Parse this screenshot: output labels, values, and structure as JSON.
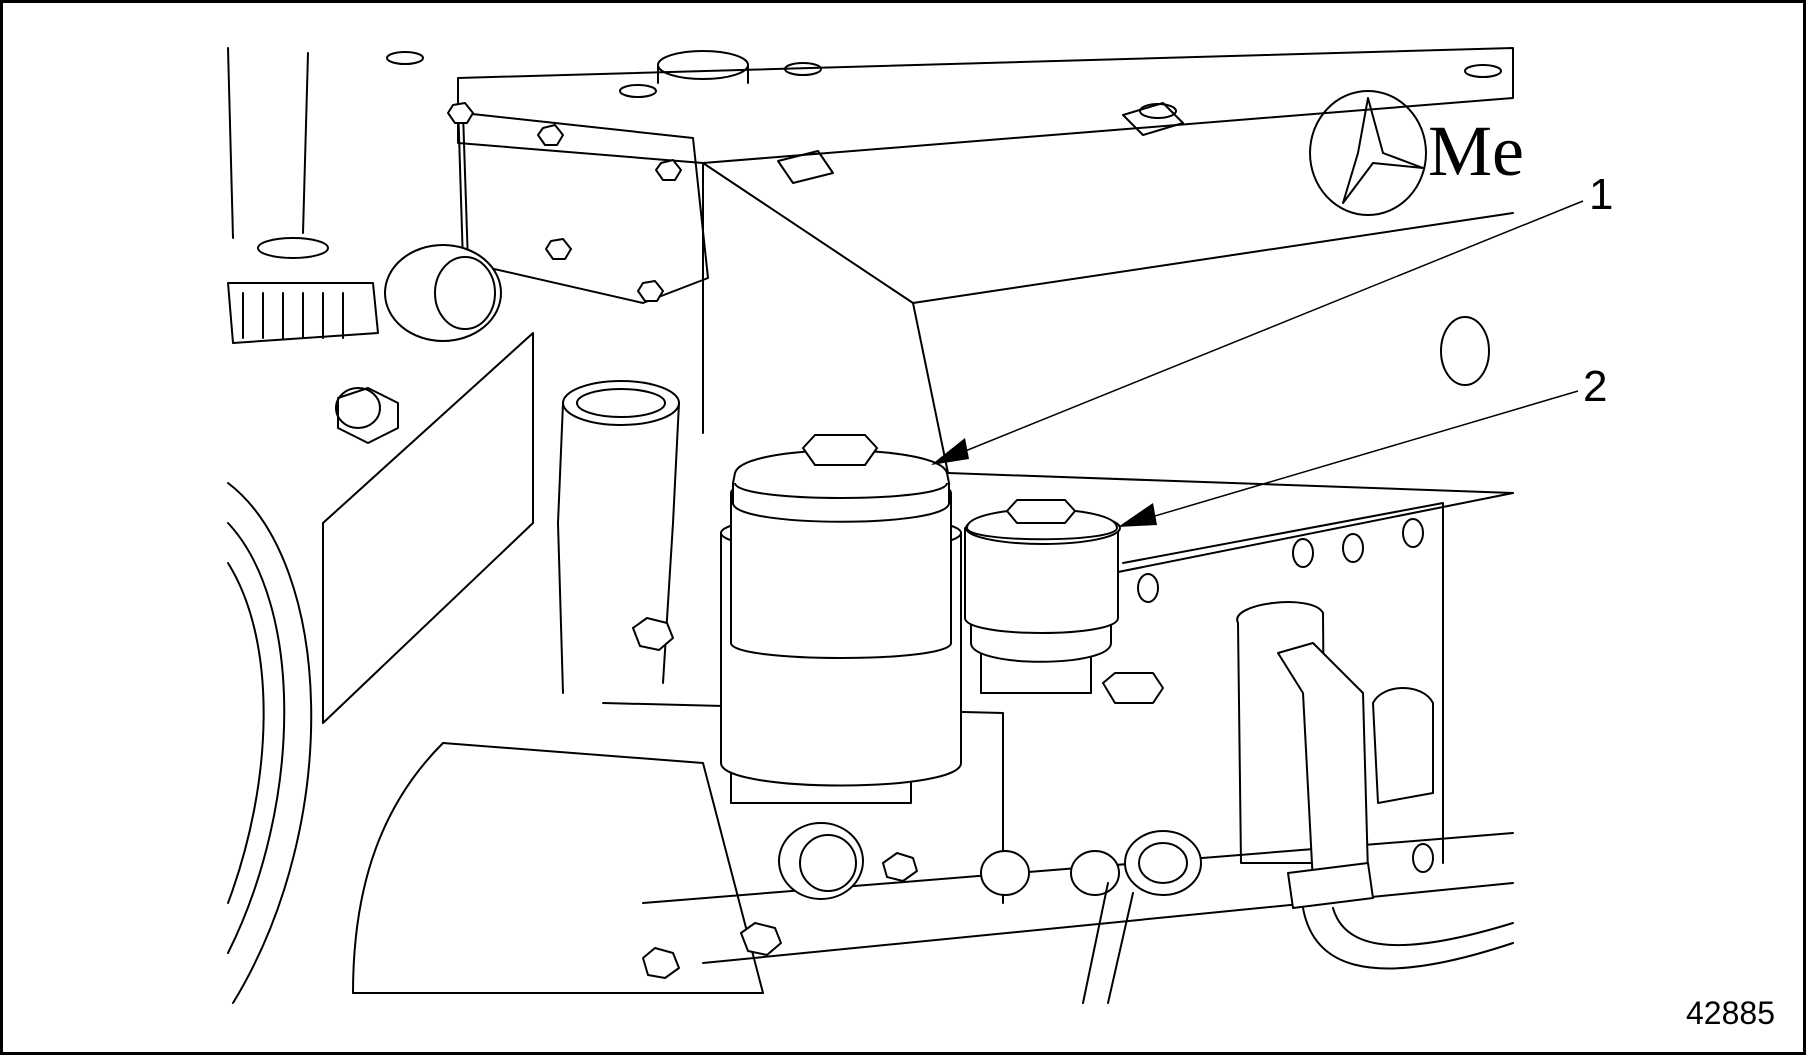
{
  "callouts": [
    {
      "number": "1"
    },
    {
      "number": "2"
    }
  ],
  "figure_number": "42885",
  "logo_text": "Me",
  "colors": {
    "line": "#000000",
    "background": "#ffffff"
  }
}
